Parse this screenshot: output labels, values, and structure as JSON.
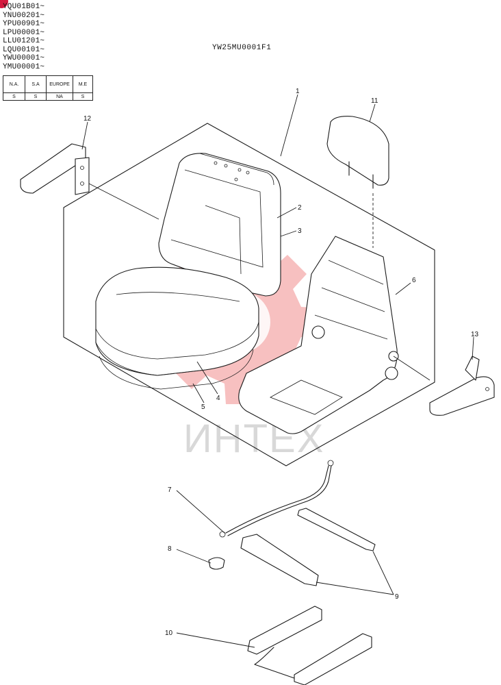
{
  "header": {
    "serial_numbers": [
      "YQU01B01~",
      "YNU00201~",
      "YPU00901~",
      "LPU00001~",
      "LLU01201~",
      "LQU00101~",
      "YWU00001~",
      "YMU00001~"
    ],
    "drawing_code": "YW25MU0001F1"
  },
  "region_table": {
    "headers": [
      "N.A.",
      "S.A",
      "EUROPE",
      "M.E"
    ],
    "values": [
      "S",
      "S",
      "NA",
      "S"
    ]
  },
  "callouts": [
    "1",
    "2",
    "3",
    "4",
    "5",
    "6",
    "7",
    "8",
    "9",
    "10",
    "11",
    "12",
    "13"
  ],
  "watermark": {
    "text": "ИНТЕХ"
  },
  "colors": {
    "line": "#1a1a1a",
    "watermark_logo": "#e84a4a",
    "watermark_text": "#cfcfcf",
    "corner_mark": "#d4183d"
  }
}
